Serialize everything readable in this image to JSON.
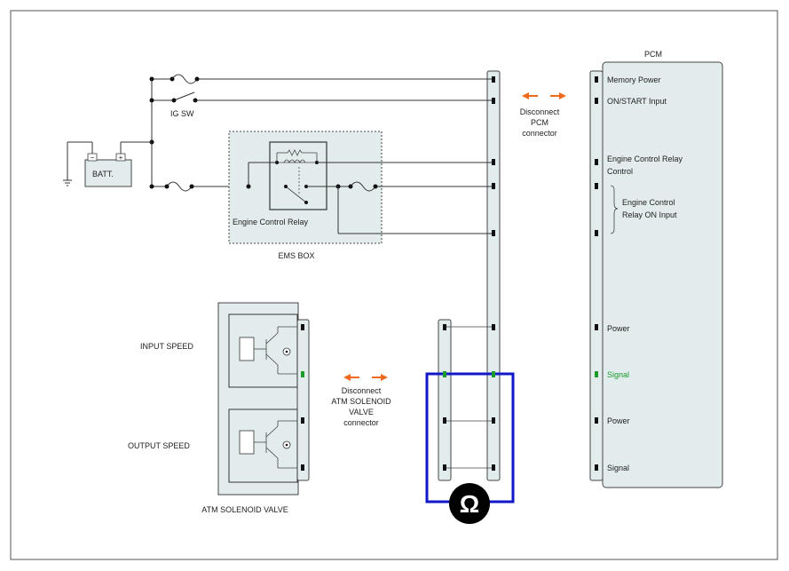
{
  "labels": {
    "pcm": "PCM",
    "memory_power": "Memory Power",
    "on_start_input": "ON/START Input",
    "ecr_control_1": "Engine Control Relay",
    "ecr_control_2": "Control",
    "ecr_on_1": "Engine Control",
    "ecr_on_2": "Relay ON Input",
    "pcm_power_1": "Power",
    "pcm_signal_1": "Signal",
    "pcm_power_2": "Power",
    "pcm_signal_2": "Signal",
    "disconnect_pcm_1": "Disconnect",
    "disconnect_pcm_2": "PCM",
    "disconnect_pcm_3": "connector",
    "disconnect_atm_1": "Disconnect",
    "disconnect_atm_2": "ATM SOLENOID",
    "disconnect_atm_3": "VALVE",
    "disconnect_atm_4": "connector",
    "ig_sw": "IG SW",
    "batt": "BATT.",
    "engine_control_relay": "Engine Control Relay",
    "ems_box": "EMS BOX",
    "input_speed": "INPUT SPEED",
    "output_speed": "OUTPUT SPEED",
    "atm_solenoid_valve": "ATM SOLENOID VALVE",
    "ohm_symbol": "Ω",
    "batt_minus": "−",
    "batt_plus": "+"
  },
  "colors": {
    "panel_fill": "#e3ecec",
    "signal_green": "#1a9c2a",
    "arrow_orange": "#f06a1e",
    "meter_blue": "#1018c8",
    "meter_black": "#000000"
  }
}
